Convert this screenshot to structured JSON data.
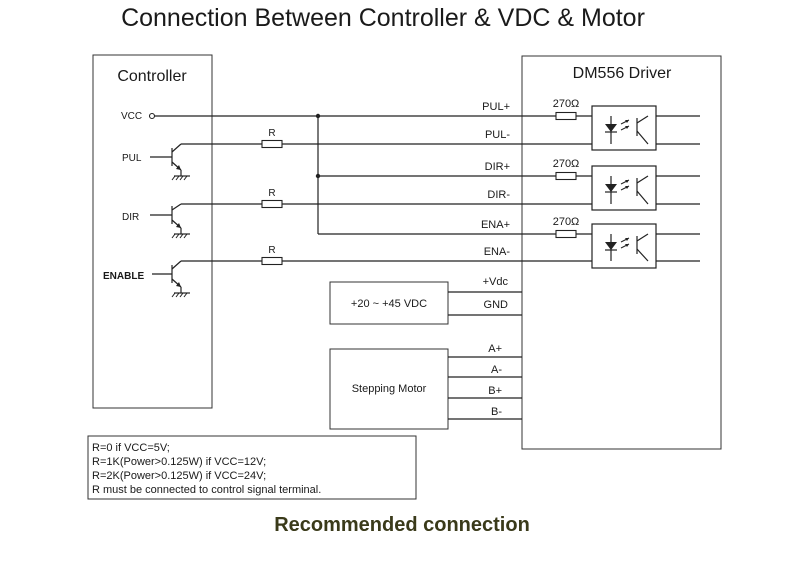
{
  "title": "Connection Between Controller & VDC & Motor",
  "controller": {
    "title": "Controller",
    "vcc_label": "VCC",
    "pul_label": "PUL",
    "dir_label": "DIR",
    "enable_label": "ENABLE"
  },
  "resistor_label": "R",
  "driver": {
    "title": "DM556 Driver",
    "resistor_value": "270Ω",
    "terminals": [
      "PUL+",
      "PUL-",
      "DIR+",
      "DIR-",
      "ENA+",
      "ENA-",
      "+Vdc",
      "GND",
      "A+",
      "A-",
      "B+",
      "B-"
    ]
  },
  "power_supply": {
    "label": "+20 ~ +45 VDC"
  },
  "motor": {
    "label": "Stepping Motor"
  },
  "notes": [
    "R=0 if VCC=5V;",
    "R=1K(Power>0.125W) if VCC=12V;",
    "R=2K(Power>0.125W) if VCC=24V;",
    "R must be connected to control signal terminal."
  ],
  "caption": "Recommended connection"
}
